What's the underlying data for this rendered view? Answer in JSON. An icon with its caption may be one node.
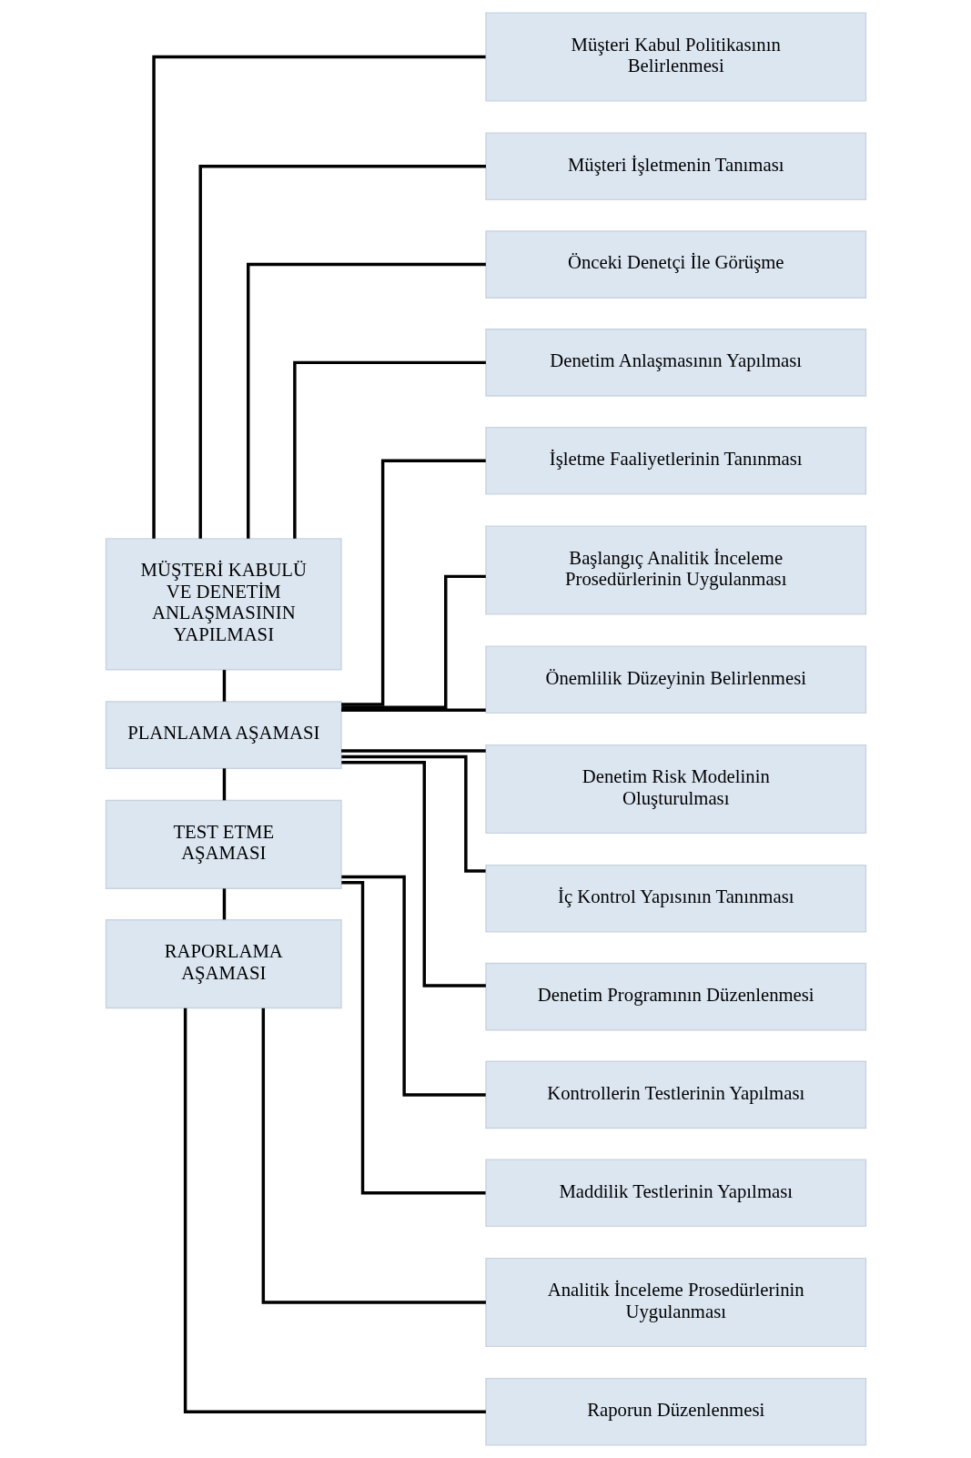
{
  "diagram": {
    "nodes": [
      {
        "text": [
          "MÜŞTERİ KABULÜ VE DENETİM ANLAŞMASININ YAPILMASI"
        ]
      },
      {
        "text": [
          "Müşteri Kabul Politikasının Belirlenmesi"
        ]
      },
      {
        "text": [
          "Müşteri İşletmenin Tanıması"
        ]
      },
      {
        "text": [
          "Önceki Denetçi İle Görüşme"
        ]
      },
      {
        "text": [
          "Denetim Anlaşmasının Yapılması"
        ]
      },
      {
        "text": [
          "PLANLAMA AŞAMASI"
        ]
      },
      {
        "text": [
          "İşletme Faaliyetlerinin Tanınması"
        ]
      },
      {
        "text": [
          "Başlangıç Analitik İnceleme Prosedürlerinin Uygulanması"
        ]
      },
      {
        "text": [
          "Önemlilik Düzeyinin Belirlenmesi"
        ]
      },
      {
        "text": [
          "Denetim Risk Modelinin Oluşturulması"
        ]
      },
      {
        "text": [
          "İç Kontrol Yapısının Tanınması"
        ]
      },
      {
        "text": [
          "Denetim Programının Düzenlenmesi"
        ]
      },
      {
        "text": [
          "TEST ETME AŞAMASI"
        ]
      },
      {
        "text": [
          "Kontrollerin Testlerinin Yapılması"
        ]
      },
      {
        "text": [
          "Maddilik Testlerinin Yapılması"
        ]
      },
      {
        "text": [
          "RAPORLAMA AŞAMASI"
        ]
      },
      {
        "text": [
          "Analitik İnceleme Prosedürlerinin Uygulanması"
        ]
      },
      {
        "text": [
          "Raporun Düzenlenmesi"
        ]
      }
    ],
    "edges": [
      {
        "from": 0,
        "to": 5,
        "arrow": "none"
      },
      {
        "from": 5,
        "to": 12,
        "arrow": "none"
      },
      {
        "from": 12,
        "to": 15,
        "arrow": "none"
      },
      {
        "from": 0,
        "to": 1,
        "arrow": "none"
      },
      {
        "from": 0,
        "to": 2,
        "arrow": "none"
      },
      {
        "from": 0,
        "to": 3,
        "arrow": "none"
      },
      {
        "from": 0,
        "to": 4,
        "arrow": "none"
      },
      {
        "from": 5,
        "to": 6,
        "arrow": "none"
      },
      {
        "from": 5,
        "to": 7,
        "arrow": "none"
      },
      {
        "from": 5,
        "to": 8,
        "arrow": "none"
      },
      {
        "from": 5,
        "to": 9,
        "arrow": "none"
      },
      {
        "from": 5,
        "to": 10,
        "arrow": "none"
      },
      {
        "from": 5,
        "to": 11,
        "arrow": "none"
      },
      {
        "from": 12,
        "to": 13,
        "arrow": "none"
      },
      {
        "from": 12,
        "to": 14,
        "arrow": "none"
      },
      {
        "from": 15,
        "to": 16,
        "arrow": "none"
      },
      {
        "from": 15,
        "to": 17,
        "arrow": "none"
      }
    ]
  }
}
